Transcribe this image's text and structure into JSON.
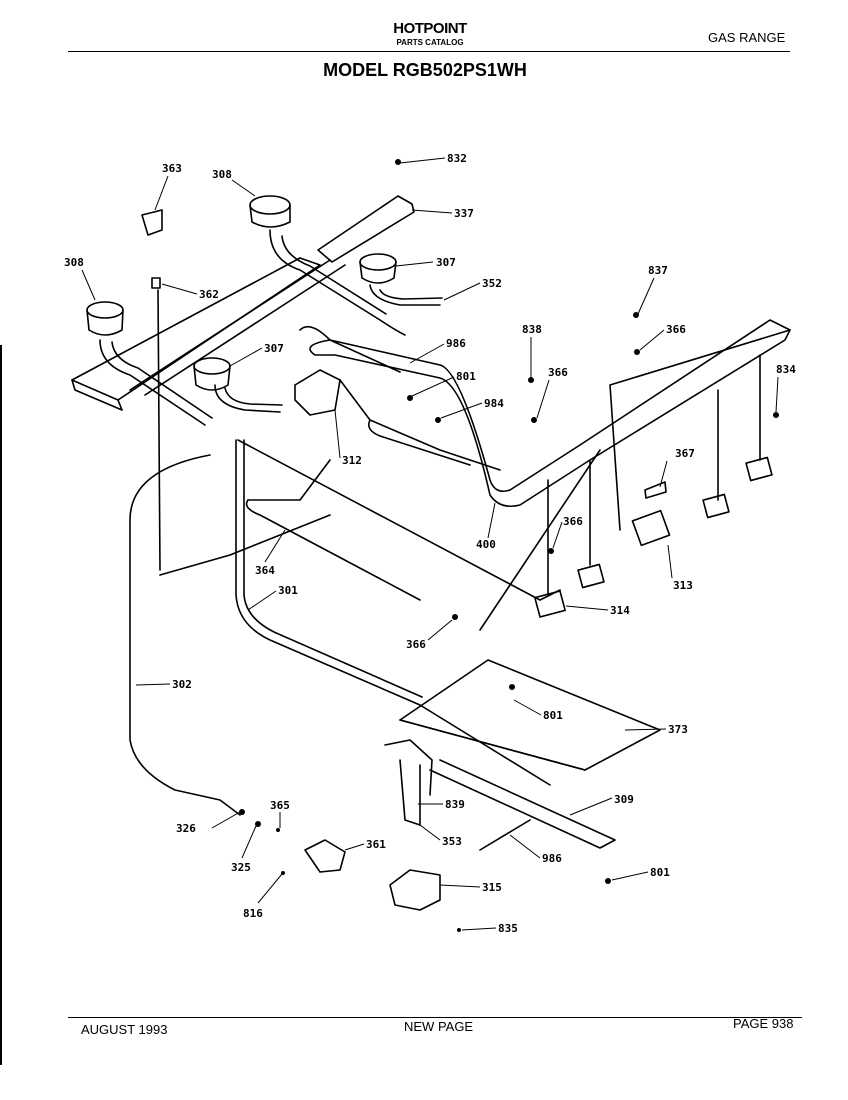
{
  "header": {
    "brand": "HOTPOINT",
    "subtitle": "PARTS CATALOG",
    "category": "GAS RANGE",
    "model": "MODEL RGB502PS1WH"
  },
  "footer": {
    "date": "AUGUST 1993",
    "note": "NEW PAGE",
    "page": "PAGE 938"
  },
  "diagram": {
    "part_labels": {
      "p832": "832",
      "p363": "363",
      "p308a": "308",
      "p337": "337",
      "p307a": "307",
      "p308b": "308",
      "p352": "352",
      "p837": "837",
      "p362": "362",
      "p366a": "366",
      "p838": "838",
      "p307b": "307",
      "p986a": "986",
      "p834": "834",
      "p366b": "366",
      "p801a": "801",
      "p984": "984",
      "p312": "312",
      "p367": "367",
      "p366c": "366",
      "p400": "400",
      "p364": "364",
      "p313": "313",
      "p301": "301",
      "p314": "314",
      "p366d": "366",
      "p302": "302",
      "p801b": "801",
      "p373": "373",
      "p309": "309",
      "p365": "365",
      "p839": "839",
      "p326": "326",
      "p353": "353",
      "p361": "361",
      "p986b": "986",
      "p325": "325",
      "p801c": "801",
      "p315": "315",
      "p816": "816",
      "p835": "835"
    }
  }
}
